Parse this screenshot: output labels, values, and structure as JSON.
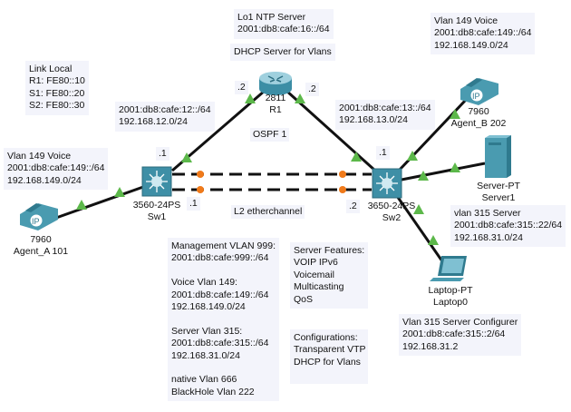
{
  "colors": {
    "link": "#111111",
    "port_up": "#5cb84a",
    "etherchannel_dot": "#f07a1a",
    "device": "#4a9bb0",
    "note_bg": "#f3f4fb"
  },
  "notes": {
    "ntp": [
      "Lo1 NTP Server",
      "2001:db8:cafe:16::/64"
    ],
    "dhcp": [
      "DHCP Server for Vlans"
    ],
    "link_local": [
      "Link Local",
      "R1: FE80::10",
      "S1: FE80::20",
      "S2: FE80::30"
    ],
    "net12": [
      "2001:db8:cafe:12::/64",
      "192.168.12.0/24"
    ],
    "net13": [
      "2001:db8:cafe:13::/64",
      "192.168.13.0/24"
    ],
    "voice_right": [
      "Vlan 149 Voice",
      "2001:db8:cafe:149::/64",
      "192.168.149.0/24"
    ],
    "voice_left": [
      "Vlan 149 Voice",
      "2001:db8:cafe:149::/64",
      "192.168.149.0/24"
    ],
    "server315": [
      "vlan 315 Server",
      "2001:db8:cafe:315::22/64",
      "192.168.31.0/24"
    ],
    "configurer": [
      "Vlan 315 Server Configurer",
      "2001:db8:cafe:315::2/64",
      "192.168.31.2"
    ],
    "vlans": [
      "Management VLAN 999:",
      "2001:db8:cafe:999::/64",
      "",
      "Voice Vlan 149:",
      "2001:db8:cafe:149::/64",
      "192.168.149.0/24",
      "",
      "Server Vlan 315:",
      "2001:db8:cafe:315::/64",
      "192.168.31.0/24",
      "",
      "native Vlan 666",
      "BlackHole Vlan 222"
    ],
    "features": [
      "Server Features:",
      "VOIP IPv6",
      "Voicemail",
      "Multicasting",
      "QoS"
    ],
    "configs": [
      "Configurations:",
      "Transparent VTP",
      "DHCP for Vlans",
      ""
    ]
  },
  "labels": {
    "ospf": "OSPF 1",
    "etherchannel": "L2 etherchannel"
  },
  "devices": {
    "r1": {
      "model": "2811",
      "name": "R1",
      "icon": "router-icon"
    },
    "sw1": {
      "model": "3560-24PS",
      "name": "Sw1",
      "icon": "multilayer-switch-icon"
    },
    "sw2": {
      "model": "3650-24PS",
      "name": "Sw2",
      "icon": "multilayer-switch-icon"
    },
    "phone_a": {
      "model": "7960",
      "name": "Agent_A 101",
      "icon": "ip-phone-icon"
    },
    "phone_b": {
      "model": "7960",
      "name": "Agent_B 202",
      "icon": "ip-phone-icon"
    },
    "server": {
      "model": "Server-PT",
      "name": "Server1",
      "icon": "server-icon"
    },
    "laptop": {
      "model": "Laptop-PT",
      "name": "Laptop0",
      "icon": "laptop-icon"
    }
  },
  "interfaces": {
    "r1_left": ".2",
    "r1_right": ".2",
    "sw1_up": ".1",
    "sw1_ec": ".1",
    "sw2_up": ".1",
    "sw2_ec": ".2"
  }
}
